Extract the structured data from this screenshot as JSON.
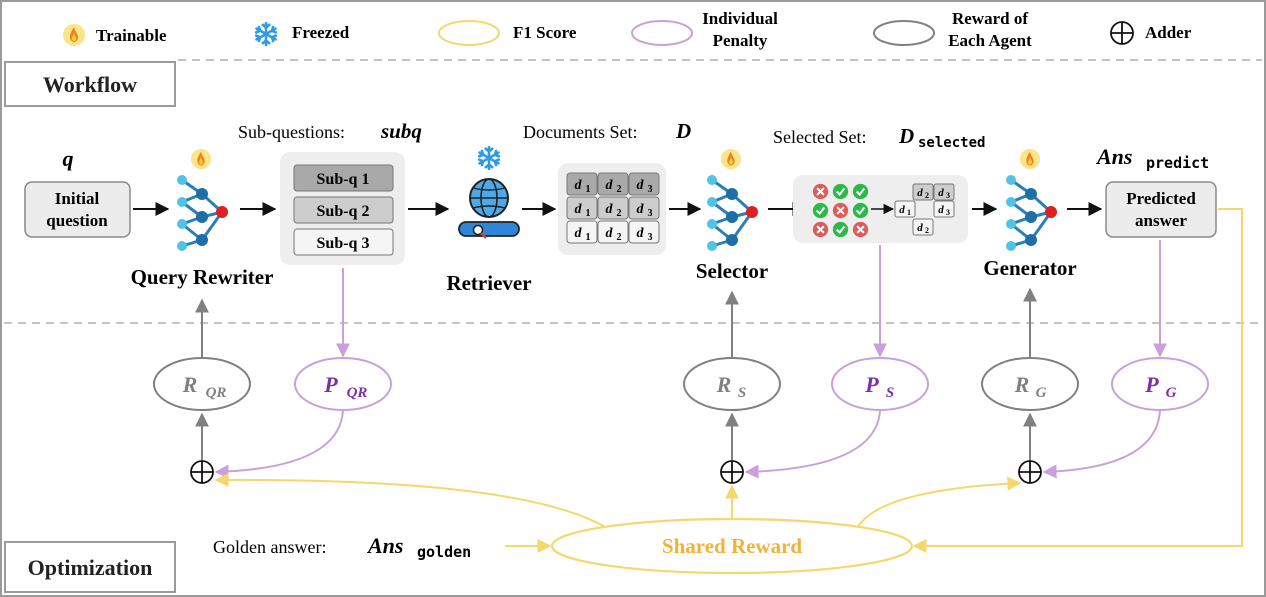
{
  "legend": {
    "trainable": "Trainable",
    "freezed": "Freezed",
    "f1": "F1 Score",
    "penalty_l1": "Individual",
    "penalty_l2": "Penalty",
    "reward_l1": "Reward of",
    "reward_l2": "Each Agent",
    "adder": "Adder"
  },
  "sections": {
    "workflow": "Workflow",
    "optimization": "Optimization"
  },
  "workflow": {
    "q_symbol": "q",
    "initial_l1": "Initial",
    "initial_l2": "question",
    "subq_caption": "Sub-questions:",
    "subq_symbol": "subq",
    "subq_items": [
      "Sub-q 1",
      "Sub-q 2",
      "Sub-q 3"
    ],
    "docs_caption": "Documents Set:",
    "docs_symbol": "D",
    "doc_base": "d",
    "doc_subs": [
      "1",
      "2",
      "3"
    ],
    "selected_caption": "Selected Set:",
    "selected_symbol": "D",
    "selected_sub": "selected",
    "ans_symbol": "Ans",
    "ans_sub": "predict",
    "predicted_l1": "Predicted",
    "predicted_l2": "answer",
    "agents": {
      "query_rewriter": "Query Rewriter",
      "retriever": "Retriever",
      "selector": "Selector",
      "generator": "Generator"
    }
  },
  "optimization": {
    "r_qr": {
      "base": "R",
      "sub": "QR"
    },
    "p_qr": {
      "base": "P",
      "sub": "QR"
    },
    "r_s": {
      "base": "R",
      "sub": "S"
    },
    "p_s": {
      "base": "P",
      "sub": "S"
    },
    "r_g": {
      "base": "R",
      "sub": "G"
    },
    "p_g": {
      "base": "P",
      "sub": "G"
    },
    "golden_caption": "Golden answer:",
    "golden_symbol": "Ans",
    "golden_sub": "golden",
    "shared_reward": "Shared Reward"
  },
  "colors": {
    "yellow": "#F5D76E",
    "purple": "#C9A0DC",
    "purple_text": "#7B2FA8",
    "gray": "#808080",
    "shared_text": "#F2B233",
    "check": "#2DB84B",
    "cross": "#E05A5A"
  }
}
